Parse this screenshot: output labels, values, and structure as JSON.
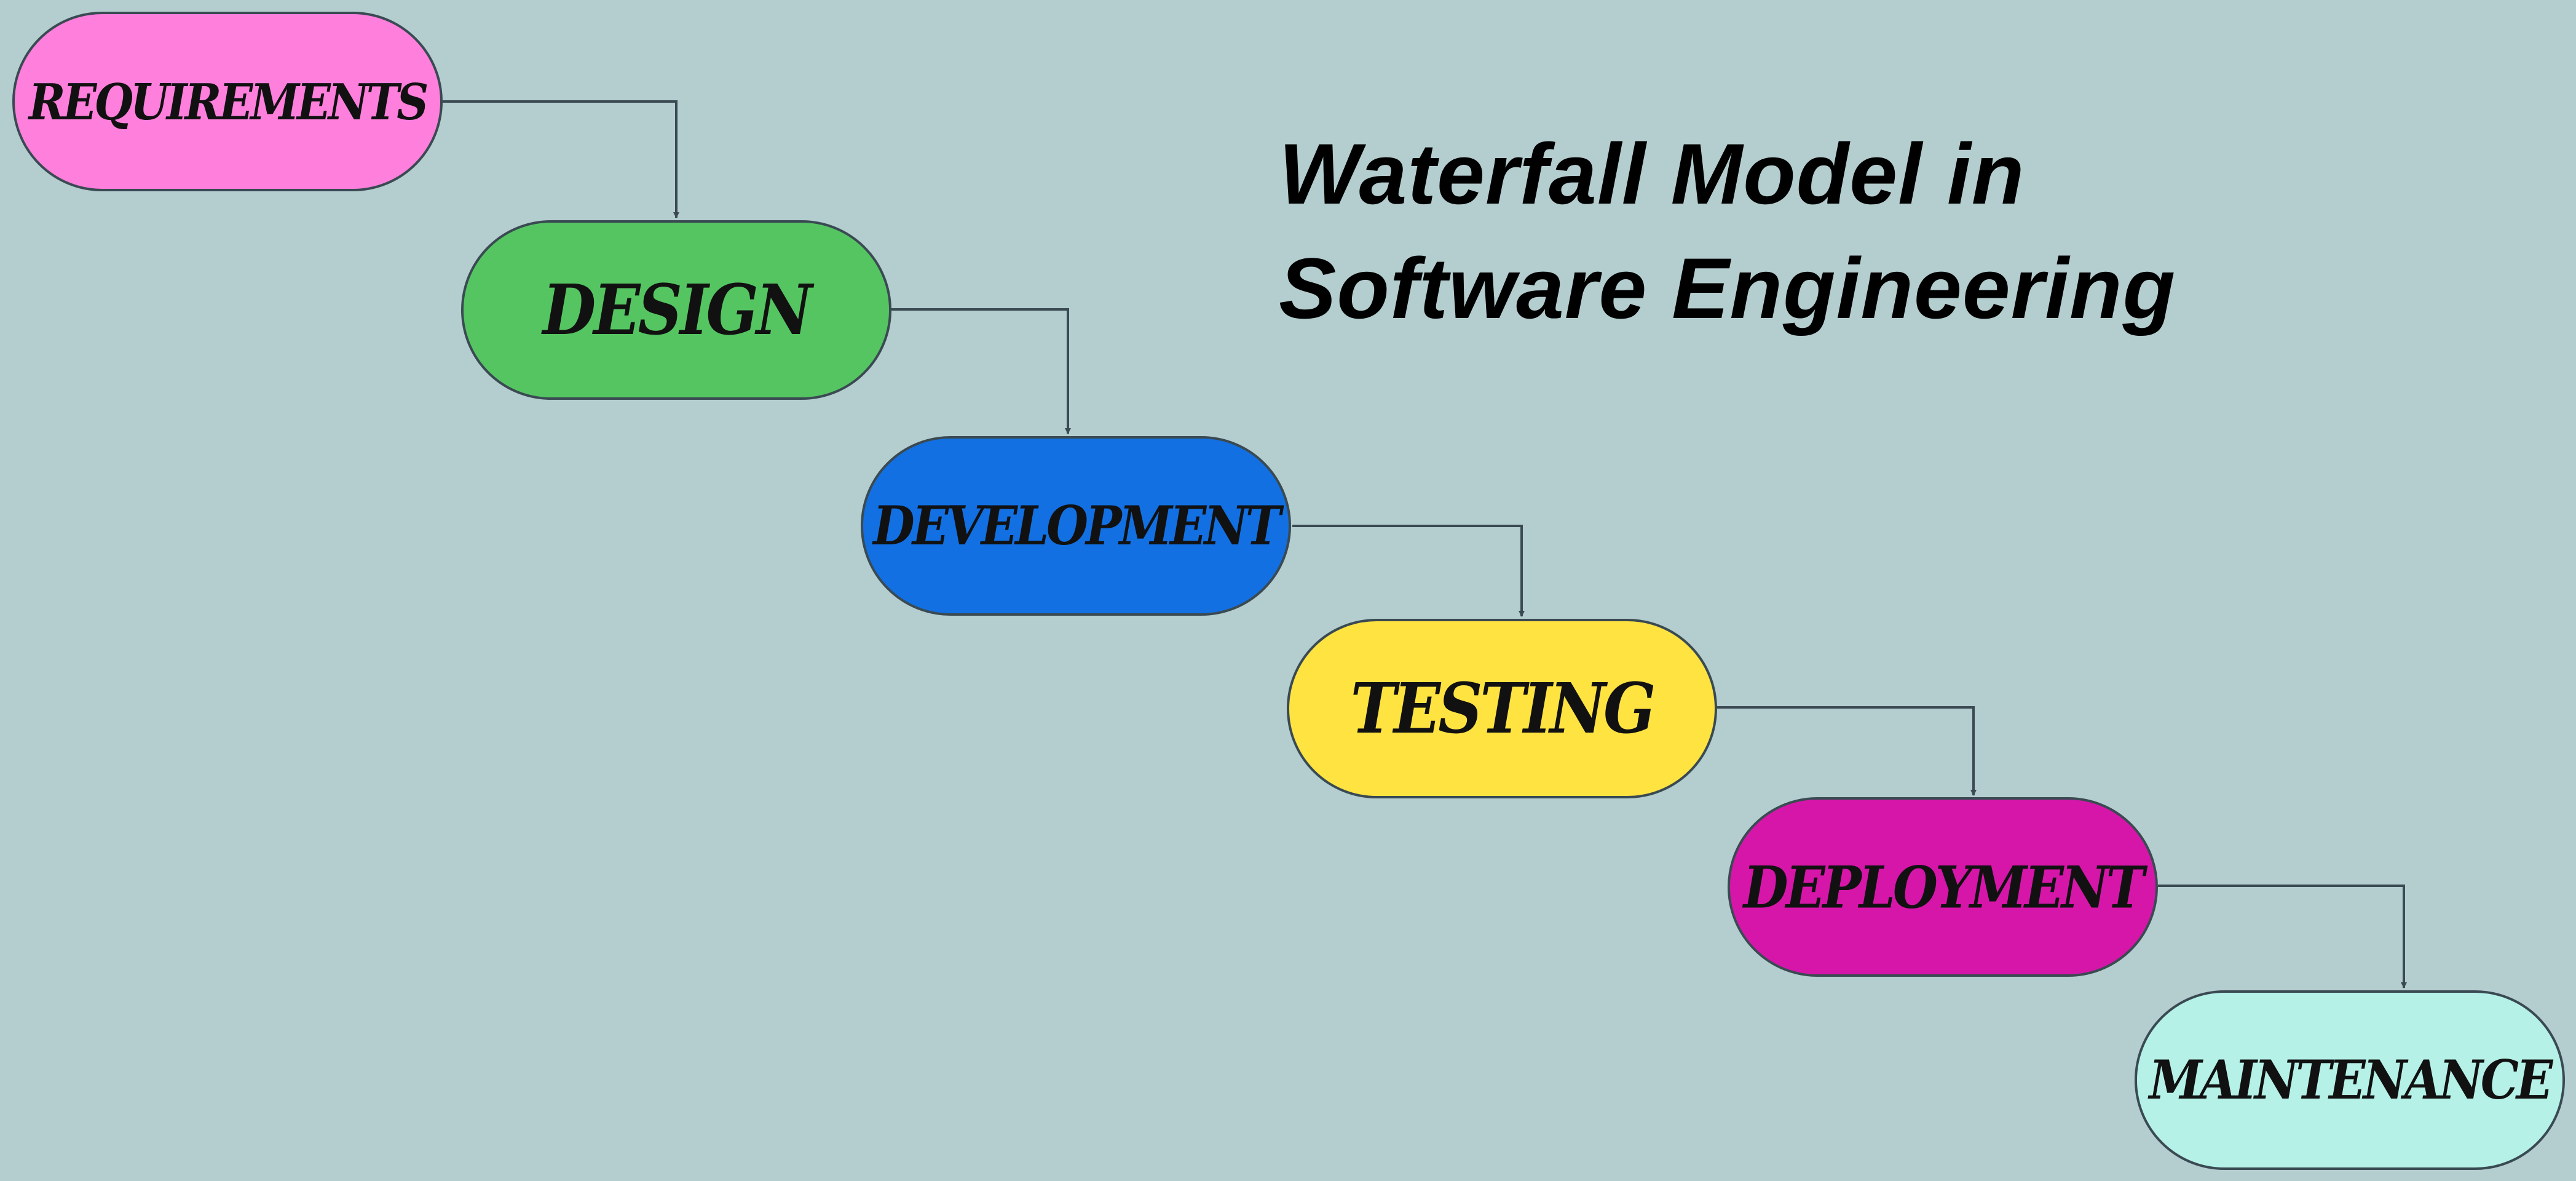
{
  "title": {
    "line1": "Waterfall Model in",
    "line2": "Software Engineering"
  },
  "colors": {
    "background": "#b4cdcf",
    "connector": "#3a4a52",
    "text": "#111111"
  },
  "stages": [
    {
      "label": "REQUIREMENTS",
      "color": "#ff7fdd"
    },
    {
      "label": "DESIGN",
      "color": "#55c562"
    },
    {
      "label": "DEVELOPMENT",
      "color": "#1270e3"
    },
    {
      "label": "TESTING",
      "color": "#ffe341"
    },
    {
      "label": "DEPLOYMENT",
      "color": "#d616a9"
    },
    {
      "label": "MAINTENANCE",
      "color": "#b5f1e7"
    }
  ]
}
